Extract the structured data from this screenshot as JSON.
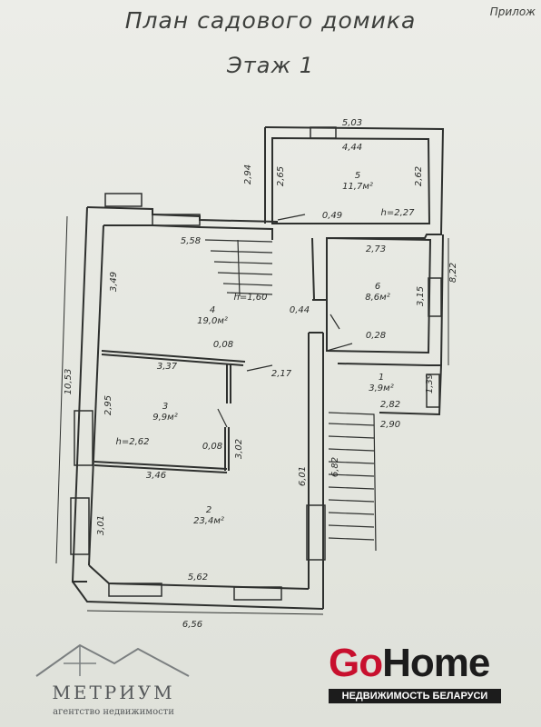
{
  "header": {
    "title": "План садового домика",
    "subtitle": "Этаж 1",
    "corner_text": "Прилож"
  },
  "rooms": [
    {
      "number": "1",
      "area": "3,9м²"
    },
    {
      "number": "2",
      "area": "23,4м²"
    },
    {
      "number": "3",
      "area": "9,9м²"
    },
    {
      "number": "4",
      "area": "19,0м²"
    },
    {
      "number": "5",
      "area": "11,7м²"
    },
    {
      "number": "6",
      "area": "8,6м²"
    }
  ],
  "dimensions": {
    "top_5": "5,03",
    "inner_top_5": "4,44",
    "left_5": "2,65",
    "right_5": "2,62",
    "outer_left_5": "2,94",
    "h_5": "h=2,27",
    "gap_049": "0,49",
    "stair_558": "5,58",
    "left_4": "3,49",
    "h_4": "h=1,60",
    "gap_044": "0,44",
    "top_6": "2,73",
    "right_6": "3,15",
    "outer_right": "8,22",
    "gap_028": "0,28",
    "wall_008_top": "0,08",
    "w_337": "3,37",
    "w_217": "2,17",
    "right_1": "1,39",
    "w_282": "2,82",
    "w_290": "2,90",
    "outer_left": "10,53",
    "left_3": "2,95",
    "h_3": "h=2,62",
    "wall_008_bottom": "0,08",
    "v_302": "3,02",
    "w_346": "3,46",
    "v_601": "6,01",
    "v_682": "6,82",
    "left_2": "3,01",
    "bottom_inner": "5,62",
    "bottom_outer": "6,56"
  },
  "logos": {
    "metrium_name": "МЕТРИУМ",
    "metrium_sub": "агентство недвижимости",
    "gohome_go": "Go",
    "gohome_home": "Home",
    "gohome_tag": "НЕДВИЖИМОСТЬ БЕЛАРУСИ"
  }
}
